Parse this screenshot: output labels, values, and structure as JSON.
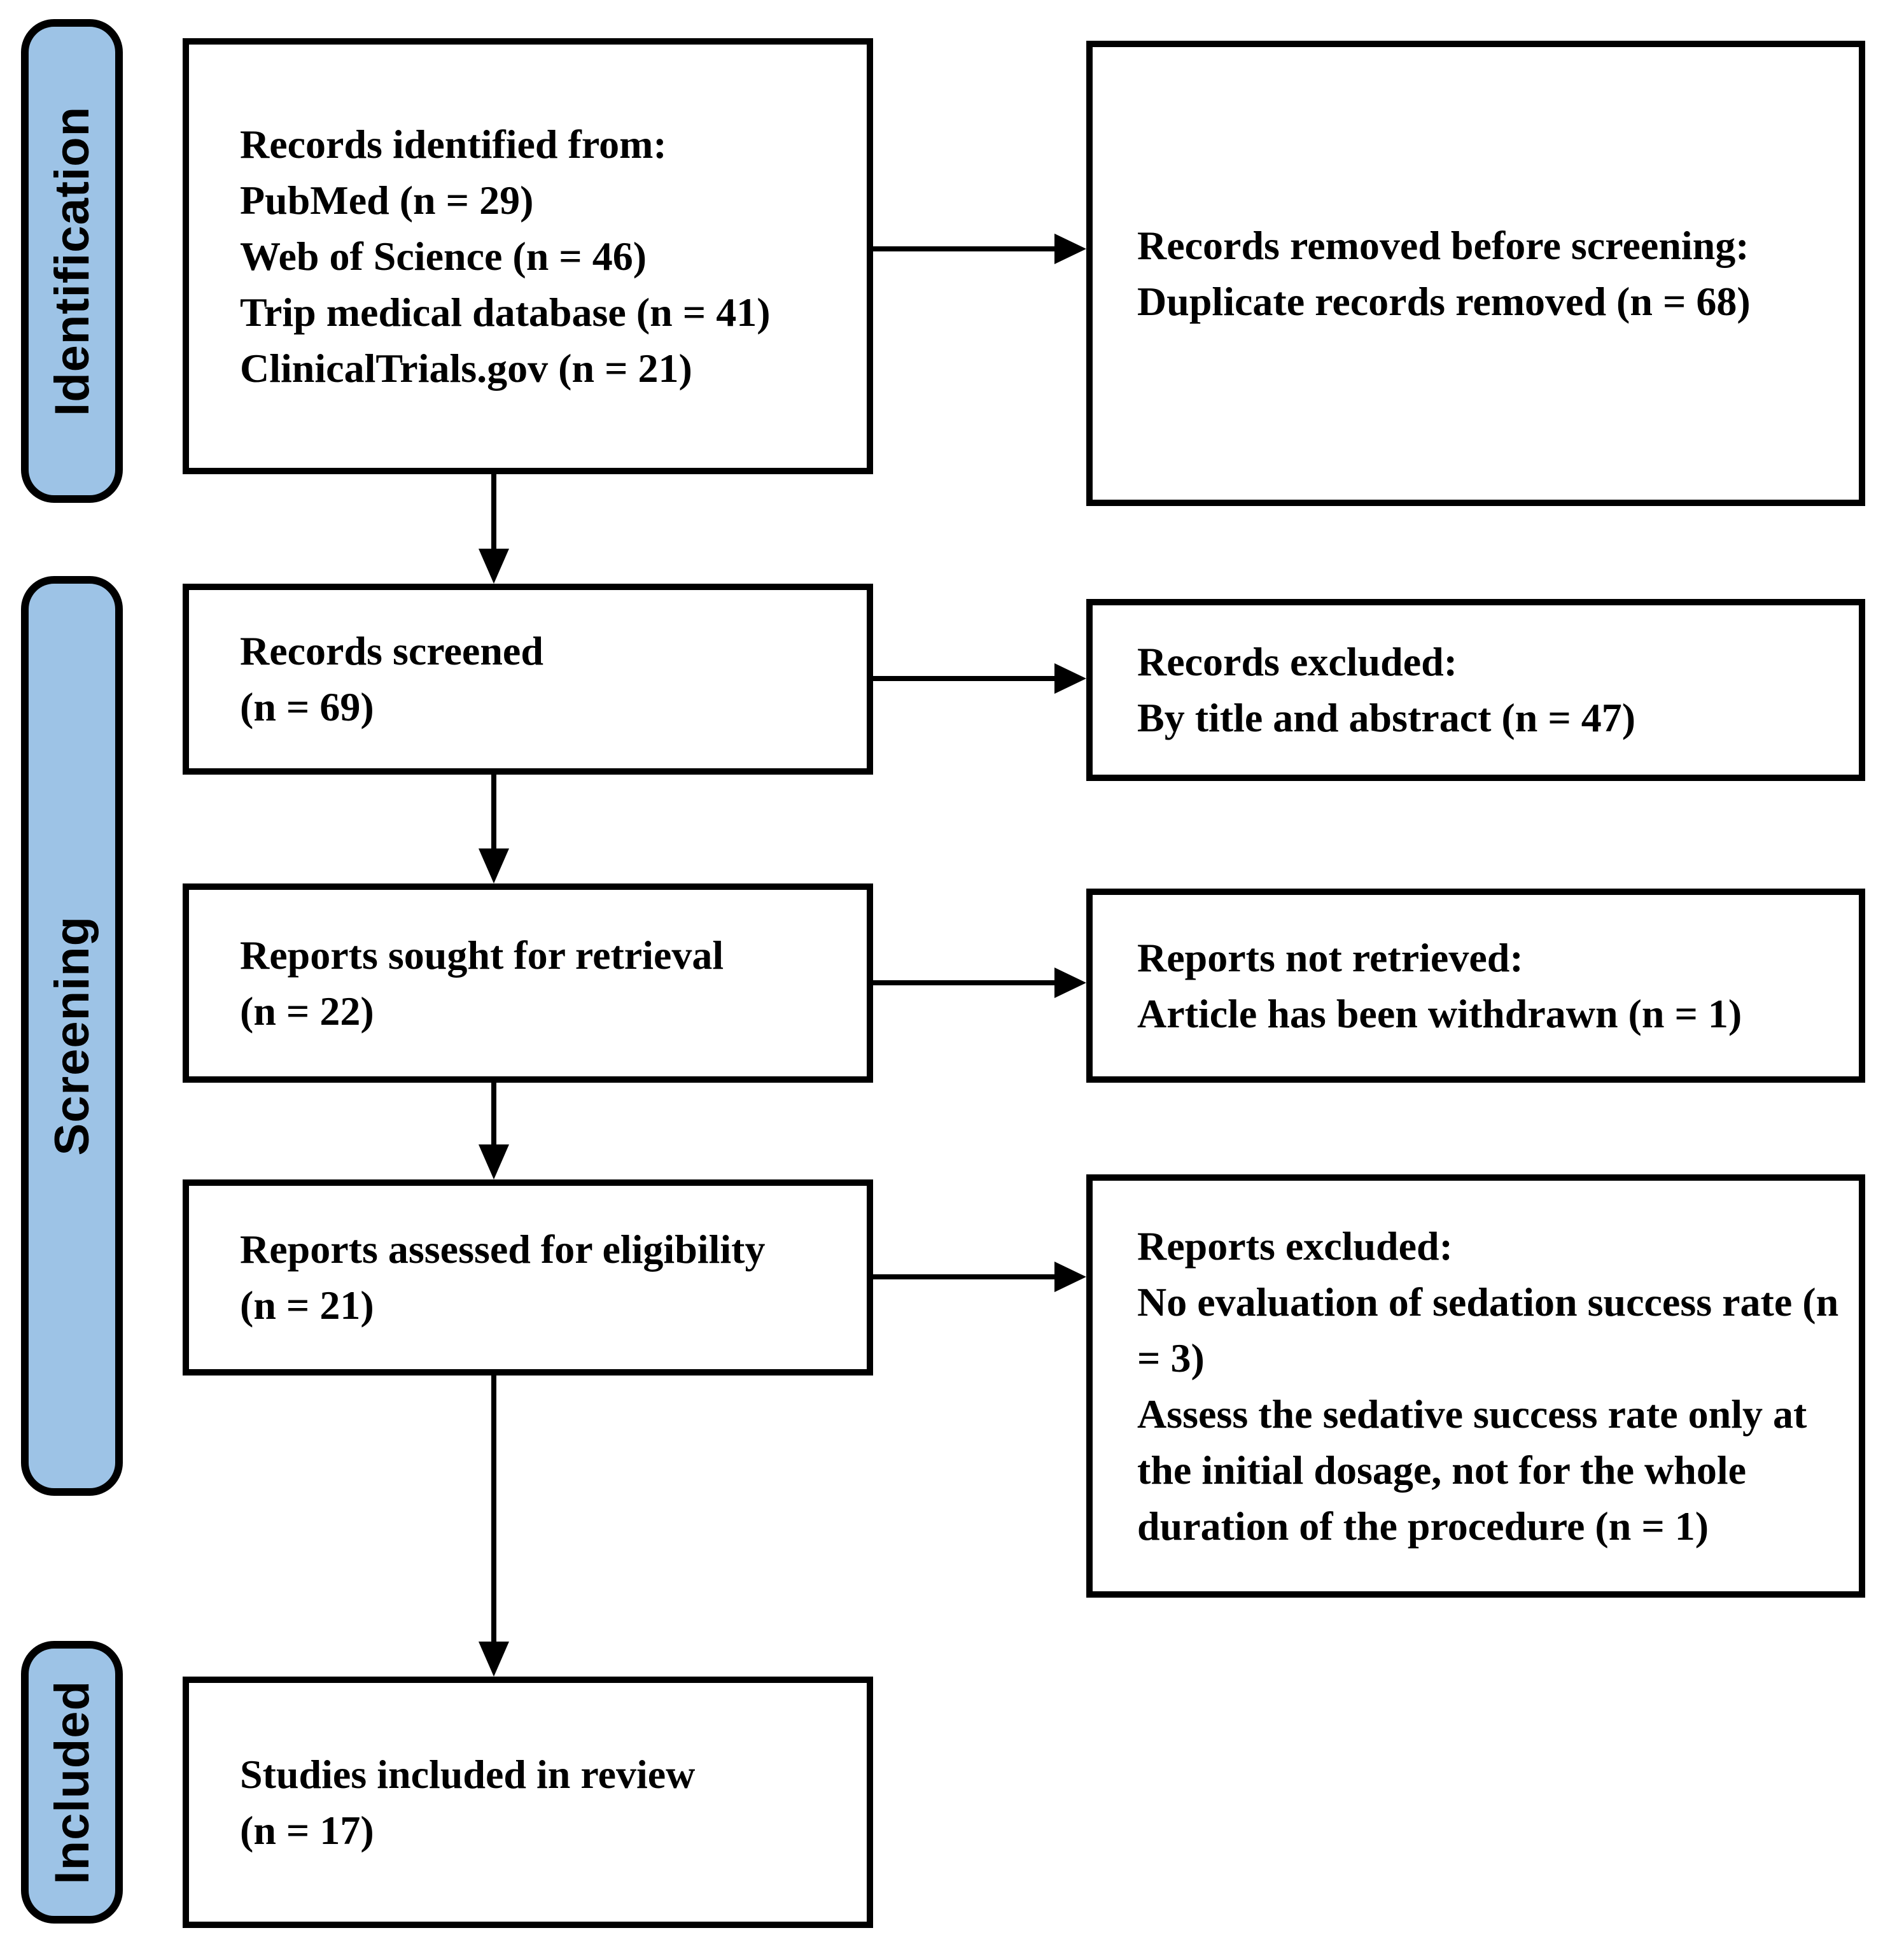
{
  "colors": {
    "stage_fill": "#9DC3E6",
    "line": "#000000",
    "background": "#FFFFFF",
    "text": "#000000"
  },
  "stages": [
    {
      "label": "Identification"
    },
    {
      "label": "Screening"
    },
    {
      "label": "Included"
    }
  ],
  "boxes": {
    "identified": {
      "text": "Records identified from:\nPubMed (n = 29)\nWeb of Science (n = 46)\nTrip medical database (n = 41)\nClinicalTrials.gov (n = 21)"
    },
    "removed": {
      "text": "Records removed before screening:\nDuplicate records removed (n = 68)"
    },
    "screened": {
      "text": "Records screened\n(n = 69)"
    },
    "excluded_title_abstract": {
      "text": "Records excluded:\nBy title and abstract (n = 47)"
    },
    "sought": {
      "text": "Reports sought for retrieval\n(n = 22)"
    },
    "not_retrieved": {
      "text": "Reports not retrieved:\nArticle has been withdrawn (n = 1)"
    },
    "assessed": {
      "text": "Reports assessed for eligibility\n(n = 21)"
    },
    "reports_excluded": {
      "text": "Reports excluded:\nNo evaluation of sedation success rate (n = 3)\nAssess the sedative success rate only at the initial dosage, not for the whole duration of the procedure (n = 1)"
    },
    "included_review": {
      "text": "Studies included in review\n(n = 17)"
    }
  },
  "counts": {
    "pubmed": 29,
    "web_of_science": 46,
    "trip_medical_database": 41,
    "clinicaltrials_gov": 21,
    "duplicate_records_removed": 68,
    "records_screened": 69,
    "excluded_by_title_and_abstract": 47,
    "reports_sought_for_retrieval": 22,
    "article_withdrawn": 1,
    "reports_assessed_for_eligibility": 21,
    "no_evaluation_of_sedation_success_rate": 3,
    "initial_dosage_only": 1,
    "studies_included_in_review": 17
  }
}
